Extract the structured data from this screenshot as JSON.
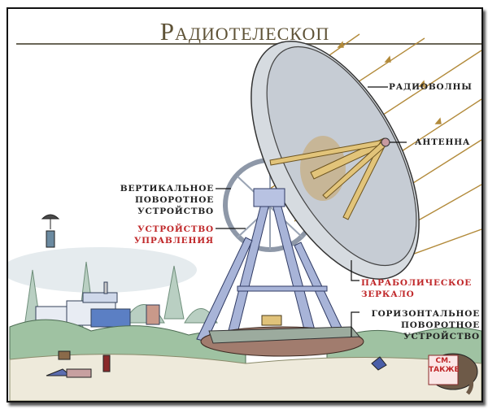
{
  "title": "Радиотелескоп",
  "colors": {
    "title": "#5e5236",
    "label_black": "#222222",
    "label_red": "#c0282a",
    "radio_wave": "#b28a3a",
    "dish": "#d6dbe0",
    "tower": "#a8b4d8",
    "antenna": "#e2c47a",
    "base": "#9e7a6e",
    "foliage": "#8fb89a"
  },
  "labels": {
    "radio_waves": {
      "lines": [
        "РАДИОВОЛНЫ"
      ],
      "color": "black"
    },
    "antenna": {
      "lines": [
        "АНТЕННА"
      ],
      "color": "black"
    },
    "vertical_rotator": {
      "lines": [
        "ВЕРТИКАЛЬНОЕ",
        "ПОВОРОТНОЕ",
        "УСТРОЙСТВО"
      ],
      "color": "black"
    },
    "control_unit": {
      "lines": [
        "УСТРОЙСТВО",
        "УПРАВЛЕНИЯ"
      ],
      "color": "red"
    },
    "parabolic_mirror": {
      "lines": [
        "ПАРАБОЛИЧЕСКОЕ",
        "ЗЕРКАЛО"
      ],
      "color": "red"
    },
    "horizontal_rotator": {
      "lines": [
        "ГОРИЗОНТАЛЬНОЕ",
        "ПОВОРОТНОЕ",
        "УСТРОЙСТВО"
      ],
      "color": "black"
    }
  },
  "see_also": {
    "lines": [
      "СМ.",
      "ТАКЖЕ"
    ]
  }
}
